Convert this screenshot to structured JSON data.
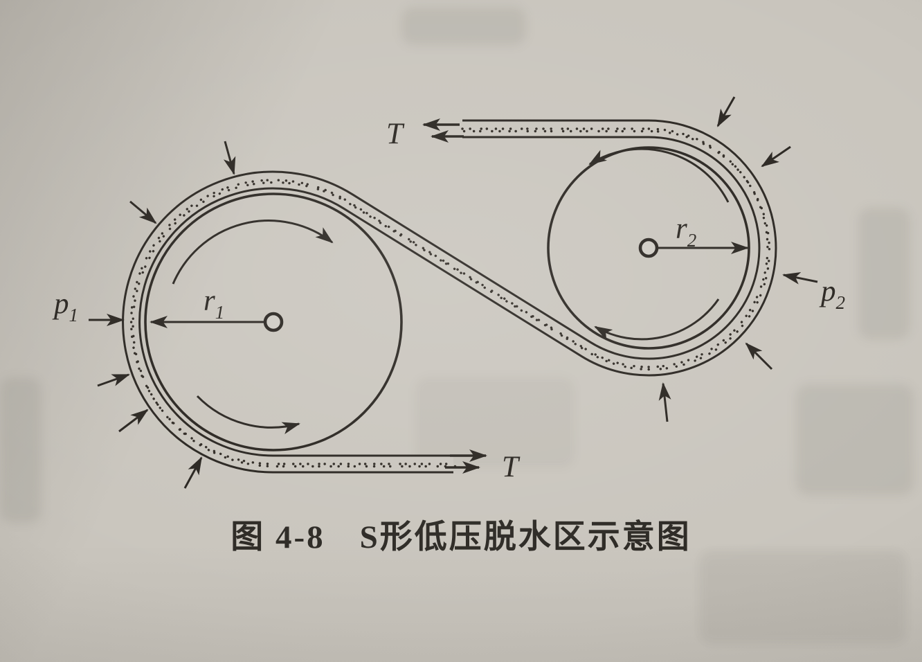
{
  "page": {
    "paper_color": "#c9c5bd",
    "ink_color": "#26221d"
  },
  "figure": {
    "caption": "图 4-8　S形低压脱水区示意图",
    "labels": {
      "t_top": "T",
      "t_bottom": "T",
      "p1": {
        "base": "p",
        "sub": "1"
      },
      "p2": {
        "base": "p",
        "sub": "2"
      },
      "r1": {
        "base": "r",
        "sub": "1"
      },
      "r2": {
        "base": "r",
        "sub": "2"
      }
    }
  }
}
